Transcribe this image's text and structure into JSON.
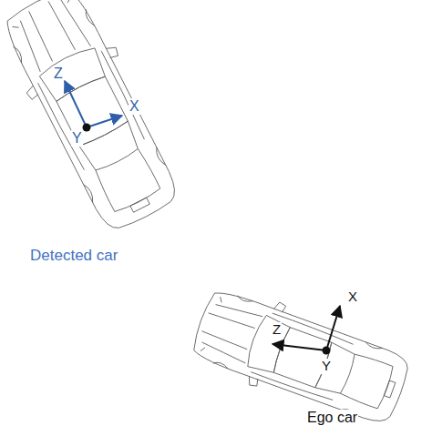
{
  "diagram": {
    "labels": [
      "Z",
      "X",
      "Y",
      "Detected car",
      "Z",
      "X",
      "Y",
      "Ego car"
    ]
  }
}
